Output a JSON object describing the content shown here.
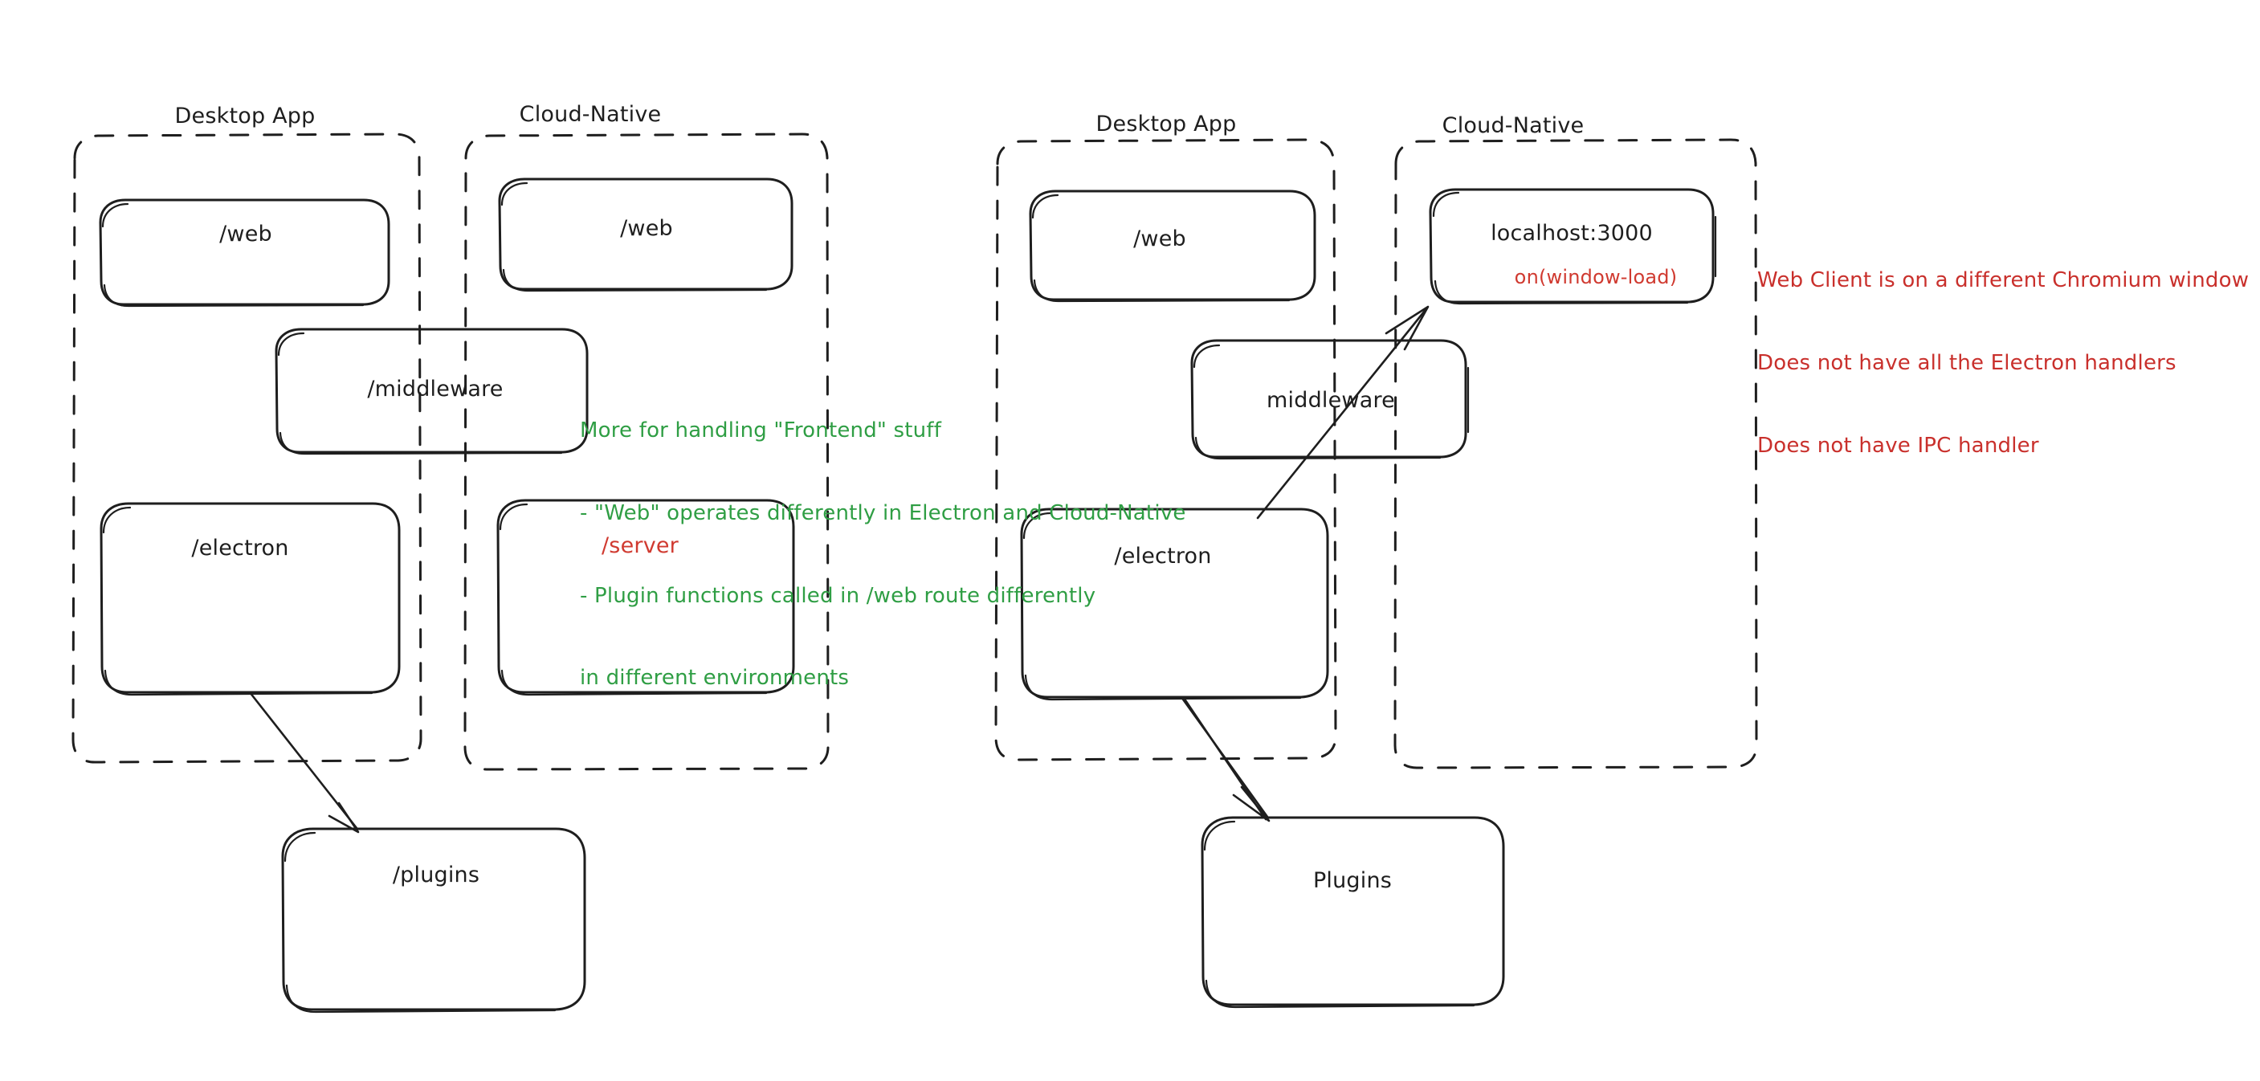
{
  "diagram": {
    "title": "Electron Desktop App vs Cloud-Native architecture sketch",
    "style": "hand-drawn",
    "background": "#ffffff",
    "colors": {
      "stroke": "#1e1e1e",
      "green_note": "#2f9e44",
      "red_note": "#c9302c",
      "red_label": "#d03a30"
    }
  },
  "left_diagram": {
    "groups": [
      {
        "id": "left-desktop",
        "title": "Desktop App"
      },
      {
        "id": "left-cloud",
        "title": "Cloud-Native"
      }
    ],
    "boxes": [
      {
        "id": "left-desktop-web",
        "label": "/web",
        "color": "#1e1e1e"
      },
      {
        "id": "left-cloud-web",
        "label": "/web",
        "color": "#1e1e1e"
      },
      {
        "id": "left-middleware",
        "label": "/middleware",
        "color": "#1e1e1e"
      },
      {
        "id": "left-electron",
        "label": "/electron",
        "color": "#1e1e1e"
      },
      {
        "id": "left-server",
        "label": "/server",
        "color": "#d03a30"
      },
      {
        "id": "left-plugins",
        "label": "/plugins",
        "color": "#1e1e1e"
      }
    ],
    "arrows": [
      {
        "from": "left-electron",
        "to": "left-plugins"
      }
    ],
    "note": {
      "color": "#2f9e44",
      "lines": [
        "More for handling \"Frontend\" stuff",
        "- \"Web\" operates differently in Electron and Cloud-Native",
        "- Plugin functions called in /web route differently",
        "in different environments"
      ]
    }
  },
  "right_diagram": {
    "groups": [
      {
        "id": "right-desktop",
        "title": "Desktop App"
      },
      {
        "id": "right-cloud",
        "title": "Cloud-Native"
      }
    ],
    "boxes": [
      {
        "id": "right-desktop-web",
        "label": "/web",
        "color": "#1e1e1e"
      },
      {
        "id": "right-localhost",
        "label": "localhost:3000",
        "color": "#1e1e1e",
        "sub_label": "on(window-load)",
        "sub_color": "#d03a30"
      },
      {
        "id": "right-middleware",
        "label": "middleware",
        "color": "#1e1e1e"
      },
      {
        "id": "right-electron",
        "label": "/electron",
        "color": "#1e1e1e"
      },
      {
        "id": "right-plugins",
        "label": "Plugins",
        "color": "#1e1e1e"
      }
    ],
    "arrows": [
      {
        "from": "right-electron",
        "to": "right-plugins"
      },
      {
        "from": "right-electron",
        "to": "right-localhost"
      }
    ],
    "note": {
      "color": "#c9302c",
      "lines": [
        "Web Client is on a different Chromium window",
        "Does not have all the Electron handlers",
        "Does not have IPC handler"
      ]
    }
  }
}
